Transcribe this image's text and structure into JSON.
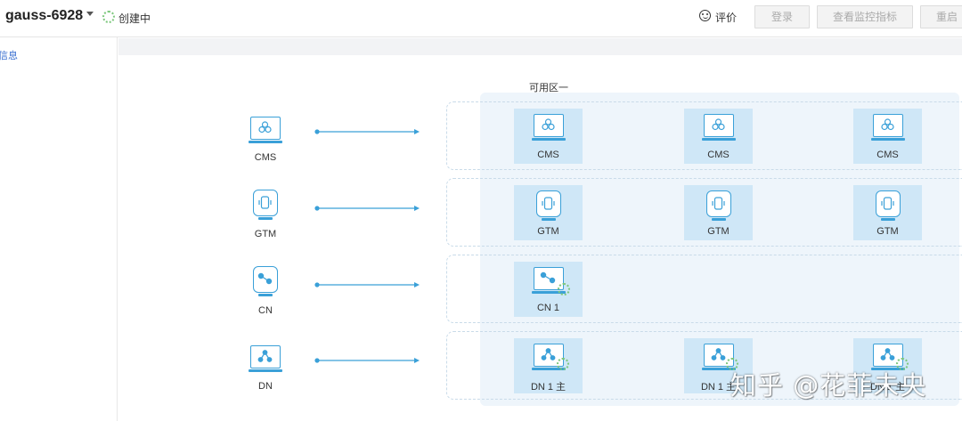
{
  "header": {
    "cluster_name": "gauss-6928",
    "status": "创建中",
    "rate_label": "评价",
    "buttons": [
      "登录",
      "查看监控指标",
      "重启"
    ]
  },
  "sidebar": {
    "link_label": "信息"
  },
  "zone": {
    "label": "可用区一"
  },
  "services": [
    "CMS",
    "GTM",
    "CN",
    "DN"
  ],
  "nodes": [
    [
      "CMS",
      "CMS",
      "CMS"
    ],
    [
      "GTM",
      "GTM",
      "GTM"
    ],
    [
      "CN 1"
    ],
    [
      "DN 1 主",
      "DN 1 主",
      "DN 1 主"
    ]
  ],
  "watermark": "知乎 @花菲未央",
  "colors": {
    "accent": "#3aa0d8",
    "node_bg": "#cfe7f7",
    "zone_bg": "#eef5fb",
    "spinner": "#7ec87e"
  },
  "icons": {
    "CMS": "cluster-icon",
    "GTM": "phone-icon",
    "CN": "link-icon",
    "DN": "tree-icon"
  }
}
